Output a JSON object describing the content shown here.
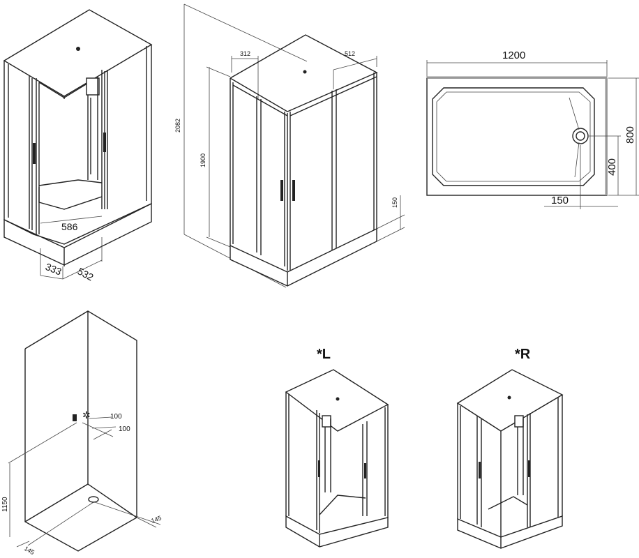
{
  "drawing_1": {
    "width_label": "586",
    "depth_label": "532",
    "offset_label": "333"
  },
  "drawing_2": {
    "total_height_label": "2082",
    "door_height_label": "1900",
    "left_offset_label": "312",
    "right_offset_label": "512",
    "base_height_label": "150"
  },
  "tray": {
    "length_label": "1200",
    "width_label": "800",
    "drain_y_label": "400",
    "drain_x_label": "150"
  },
  "connections": {
    "spacing_a_label": "100",
    "spacing_b_label": "100",
    "height_label": "1150",
    "drain_a_label": "145",
    "drain_b_label": "145"
  },
  "variants": {
    "left_label": "*L",
    "right_label": "*R"
  }
}
